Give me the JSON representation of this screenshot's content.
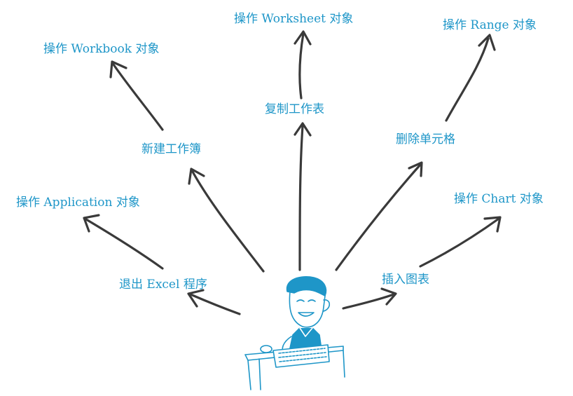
{
  "labels": {
    "worksheet": "操作 Worksheet 对象",
    "range": "操作 Range 对象",
    "workbook": "操作 Workbook 对象",
    "copy_sheet": "复制工作表",
    "new_workbook": "新建工作簿",
    "delete_cell": "删除单元格",
    "application": "操作 Application 对象",
    "chart": "操作 Chart 对象",
    "exit_excel": "退出 Excel 程序",
    "insert_chart": "插入图表"
  },
  "colors": {
    "label": "#1e96c8",
    "arrow": "#3a3a3a",
    "figure_blue": "#1e96c8"
  },
  "figure": "cartoon-man-at-keyboard"
}
